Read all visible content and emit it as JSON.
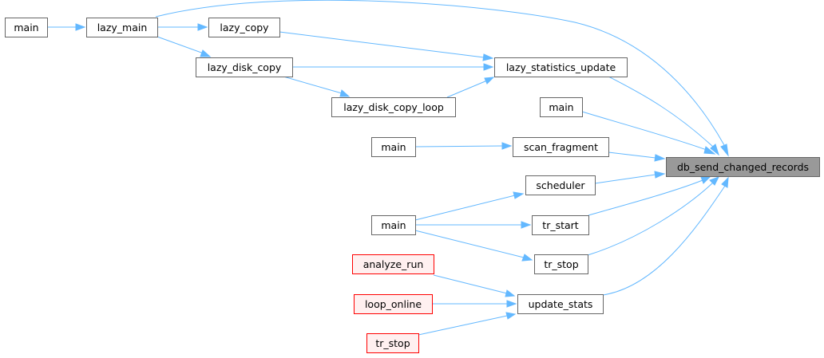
{
  "graph": {
    "colors": {
      "edge": "#63b8ff",
      "node_border": "#666666",
      "node_fill": "#ffffff",
      "focus_fill": "#999999",
      "focus_border": "#666666",
      "missing_border": "#ff0000",
      "missing_fill": "#fff0f0"
    },
    "nodes": [
      {
        "id": "main_a",
        "label": "main",
        "kind": "normal"
      },
      {
        "id": "lazy_main",
        "label": "lazy_main",
        "kind": "normal"
      },
      {
        "id": "lazy_copy",
        "label": "lazy_copy",
        "kind": "normal"
      },
      {
        "id": "lazy_disk_copy",
        "label": "lazy_disk_copy",
        "kind": "normal"
      },
      {
        "id": "lazy_disk_copy_loop",
        "label": "lazy_disk_copy_loop",
        "kind": "normal"
      },
      {
        "id": "lazy_statistics_update",
        "label": "lazy_statistics_update",
        "kind": "normal"
      },
      {
        "id": "main_b",
        "label": "main",
        "kind": "normal"
      },
      {
        "id": "main_c",
        "label": "main",
        "kind": "normal"
      },
      {
        "id": "scan_fragment",
        "label": "scan_fragment",
        "kind": "normal"
      },
      {
        "id": "db_send_changed_records",
        "label": "db_send_changed_records",
        "kind": "focus"
      },
      {
        "id": "scheduler",
        "label": "scheduler",
        "kind": "normal"
      },
      {
        "id": "main_d",
        "label": "main",
        "kind": "normal"
      },
      {
        "id": "tr_start",
        "label": "tr_start",
        "kind": "normal"
      },
      {
        "id": "tr_stop_a",
        "label": "tr_stop",
        "kind": "normal"
      },
      {
        "id": "analyze_run",
        "label": "analyze_run",
        "kind": "missing"
      },
      {
        "id": "loop_online",
        "label": "loop_online",
        "kind": "missing"
      },
      {
        "id": "tr_stop_b",
        "label": "tr_stop",
        "kind": "missing"
      },
      {
        "id": "update_stats",
        "label": "update_stats",
        "kind": "normal"
      }
    ],
    "edges": [
      {
        "from": "main_a",
        "to": "lazy_main"
      },
      {
        "from": "lazy_main",
        "to": "lazy_copy"
      },
      {
        "from": "lazy_main",
        "to": "lazy_disk_copy"
      },
      {
        "from": "lazy_main",
        "to": "db_send_changed_records"
      },
      {
        "from": "lazy_copy",
        "to": "lazy_statistics_update"
      },
      {
        "from": "lazy_disk_copy",
        "to": "lazy_statistics_update"
      },
      {
        "from": "lazy_disk_copy",
        "to": "lazy_disk_copy_loop"
      },
      {
        "from": "lazy_disk_copy_loop",
        "to": "lazy_statistics_update"
      },
      {
        "from": "lazy_statistics_update",
        "to": "db_send_changed_records"
      },
      {
        "from": "main_b",
        "to": "db_send_changed_records"
      },
      {
        "from": "main_c",
        "to": "scan_fragment"
      },
      {
        "from": "scan_fragment",
        "to": "db_send_changed_records"
      },
      {
        "from": "scheduler",
        "to": "db_send_changed_records"
      },
      {
        "from": "main_d",
        "to": "scheduler"
      },
      {
        "from": "main_d",
        "to": "tr_start"
      },
      {
        "from": "main_d",
        "to": "tr_stop_a"
      },
      {
        "from": "tr_start",
        "to": "db_send_changed_records"
      },
      {
        "from": "tr_stop_a",
        "to": "db_send_changed_records"
      },
      {
        "from": "analyze_run",
        "to": "update_stats"
      },
      {
        "from": "loop_online",
        "to": "update_stats"
      },
      {
        "from": "tr_stop_b",
        "to": "update_stats"
      },
      {
        "from": "update_stats",
        "to": "db_send_changed_records"
      }
    ]
  }
}
